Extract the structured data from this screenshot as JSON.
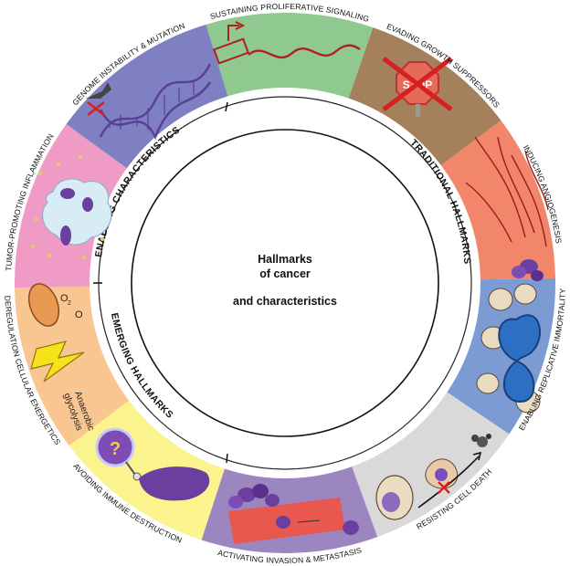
{
  "center": {
    "line1": "Hallmarks",
    "line2": "of cancer",
    "line3": "and characteristics"
  },
  "arcs": {
    "traditional": "TRADITIONAL HALLMARKS",
    "enabling": "ENABLING CHARACTERISTICS",
    "emerging": "EMERGING HALLMARKS"
  },
  "segments": {
    "proliferative": "SUSTAINING PROLIFERATIVE SIGNALING",
    "growth": "EVADING GROWTH SUPPRESSORS",
    "angiogenesis": "INDUCING ANGIOGENESIS",
    "immortality": "ENABLING REPLICATIVE IMMORTALITY",
    "cell_death": "RESISTING CELL DEATH",
    "invasion": "ACTIVATING INVASION & METASTASIS",
    "immune": "AVOIDING IMMUNE DESTRUCTION",
    "energetics": "DEREGULATION CELLULAR ENERGETICS",
    "inflammation": "TUMOR-PROMOTING INFLAMMATION",
    "genome": "GENOME INSTABILITY & MUTATION"
  },
  "icons": {
    "stop_sign_text": "STOP",
    "glycolysis_text_1": "Anaerobic",
    "glycolysis_text_2": "glycolysis",
    "question_mark": "?",
    "oxygen_text_1": "O",
    "oxygen_text_2": "O",
    "oxygen_sub": "2"
  },
  "colors": {
    "proliferative": "#8fc98f",
    "growth": "#a4805c",
    "angiogenesis": "#f2866a",
    "immortality": "#7b9bd2",
    "cell_death": "#d9d9d9",
    "invasion": "#9b86c0",
    "immune": "#fbf38d",
    "energetics": "#f9c590",
    "inflammation": "#ef9bc6",
    "genome": "#7e80c2"
  }
}
